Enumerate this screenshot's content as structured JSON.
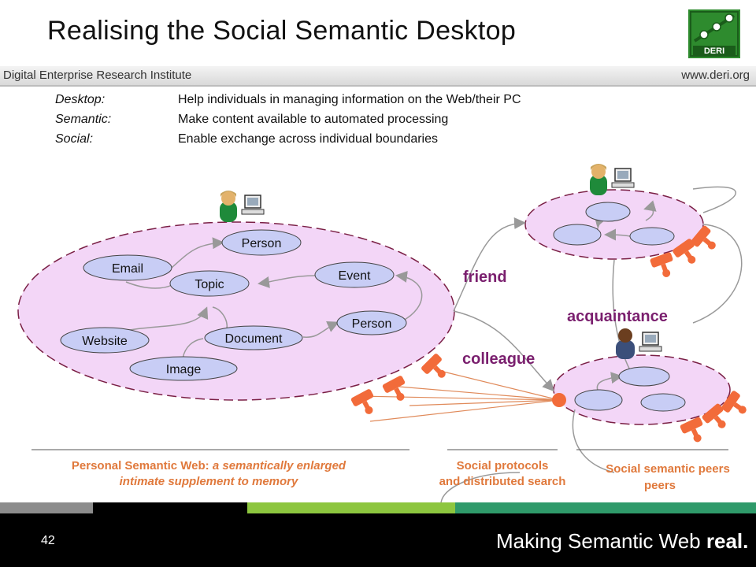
{
  "slide": {
    "title": "Realising the Social Semantic Desktop",
    "logo_text": "DERI",
    "institute": "Digital Enterprise Research Institute",
    "url": "www.deri.org",
    "page_number": "42",
    "tagline_prefix": "Making Semantic Web ",
    "tagline_bold": "real."
  },
  "definitions": [
    {
      "term": "Desktop:",
      "text": "Help individuals in managing information on the Web/their PC"
    },
    {
      "term": "Semantic:",
      "text": "Make content available to automated processing"
    },
    {
      "term": "Social:",
      "text": "Enable exchange across individual boundaries"
    }
  ],
  "nodes": {
    "person_top": "Person",
    "email": "Email",
    "topic": "Topic",
    "event": "Event",
    "person_mid": "Person",
    "website": "Website",
    "document": "Document",
    "image": "Image"
  },
  "relations": {
    "friend": "friend",
    "acquaintance": "acquaintance",
    "colleague": "colleague"
  },
  "captions": {
    "personal_1": "Personal Semantic Web: ",
    "personal_1_italic": "a semantically enlarged",
    "personal_2": "intimate supplement to memory",
    "protocols_1": "Social protocols",
    "protocols_2": "and distributed search",
    "peers_1": "Social semantic peers",
    "peers_2": "peers"
  },
  "colors": {
    "ellipse_fill": "#f3d6f7",
    "ellipse_stroke": "#7a1f45",
    "node_fill": "#c8cdf5",
    "relation_text": "#7a1f6e",
    "caption_text": "#e0793c",
    "plug": "#f26b3a",
    "stripe_gray": "#8c8c8c",
    "stripe_green": "#8dc63f",
    "stripe_teal": "#2f9a6a"
  }
}
